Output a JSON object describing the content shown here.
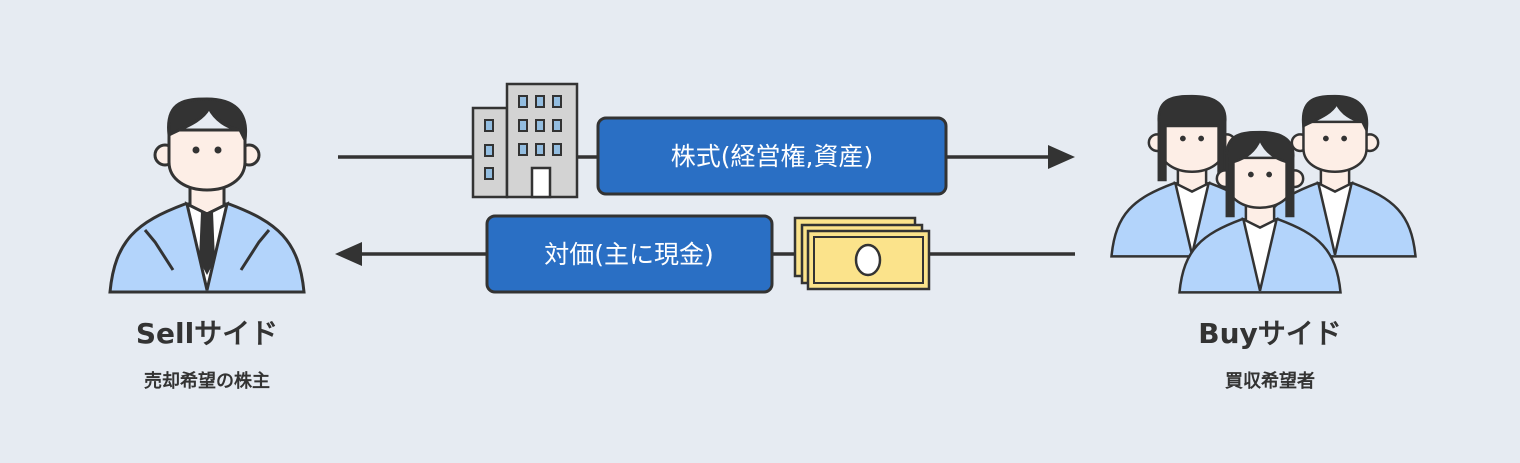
{
  "flows": {
    "shares_label": "株式(経営権,資産)",
    "payment_label": "対価(主に現金)"
  },
  "sell_side": {
    "title": "Sellサイド",
    "subtitle": "売却希望の株主"
  },
  "buy_side": {
    "title": "Buyサイド",
    "subtitle": "買収希望者"
  },
  "colors": {
    "background": "#e6ebf2",
    "box": "#2a6fc4",
    "suit": "#b3d4fb",
    "face": "#fdeee6",
    "hair": "#333333",
    "building": "#d3d3d3",
    "window": "#93bde0",
    "money": "#fbe38b"
  }
}
